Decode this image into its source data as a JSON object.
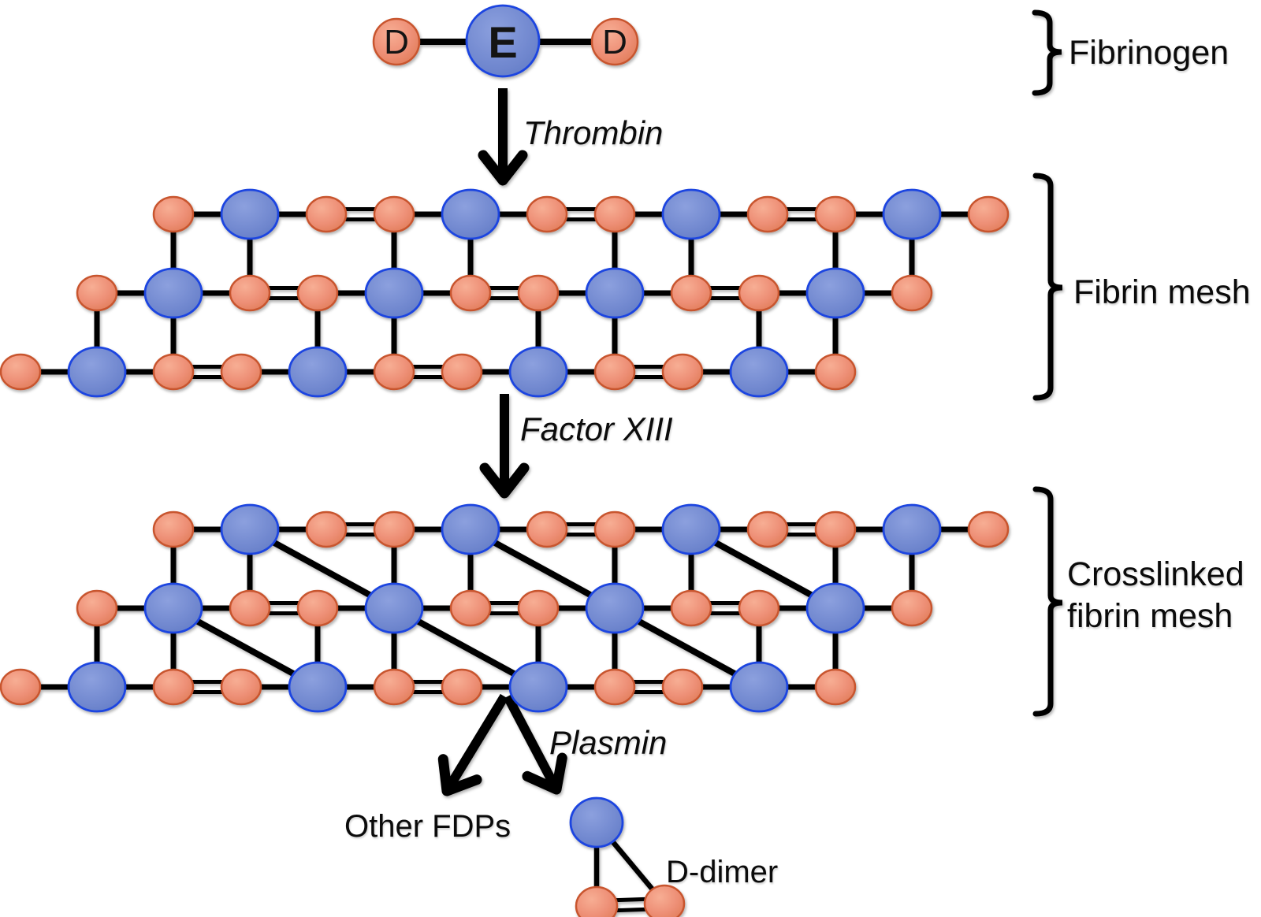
{
  "figure": {
    "background": "#ffffff",
    "node_labels": {
      "d_left": "D",
      "e_center": "E",
      "d_right": "D"
    },
    "stage_labels": {
      "fibrinogen": "Fibrinogen",
      "fibrin_mesh": "Fibrin mesh",
      "crosslinked_line1": "Crosslinked",
      "crosslinked_line2": "fibrin mesh"
    },
    "enzyme_labels": {
      "thrombin": "Thrombin",
      "factor_xiii": "Factor XIII",
      "plasmin": "Plasmin"
    },
    "product_labels": {
      "other_fdps": "Other FDPs",
      "d_dimer": "D-dimer"
    },
    "colors": {
      "d_node_fill": "#EE9077",
      "d_node_fill_light": "#F6AC92",
      "d_node_fill_dark": "#E5815F",
      "d_node_stroke": "#C8552F",
      "e_node_fill": "#7289D0",
      "e_node_fill_light": "#8titre396D8",
      "e_node_stroke": "#1E45E0",
      "bond": "#000000",
      "text": "#0b0b0b"
    }
  }
}
